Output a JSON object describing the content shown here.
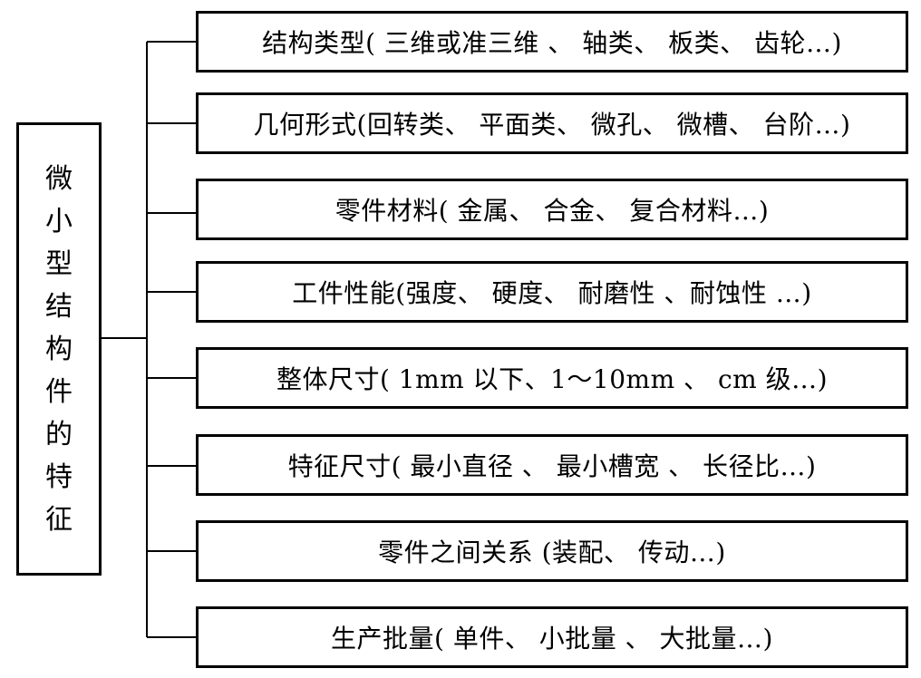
{
  "root": {
    "label": "微小型结构件的特征"
  },
  "items": [
    {
      "label": "结构类型( 三维或准三维 、 轴类、 板类、 齿轮…)"
    },
    {
      "label": "几何形式(回转类、 平面类、 微孔、 微槽、 台阶…)"
    },
    {
      "label": "零件材料( 金属、 合金、 复合材料…)"
    },
    {
      "label": "工件性能(强度、 硬度、 耐磨性 、耐蚀性 …)"
    },
    {
      "label": "整体尺寸( 1mm 以下、1～10mm 、 cm 级…)"
    },
    {
      "label": "特征尺寸( 最小直径 、 最小槽宽 、 长径比…)"
    },
    {
      "label": "零件之间关系 (装配、 传动…)"
    },
    {
      "label": "生产批量( 单件、 小批量 、 大批量…)"
    }
  ]
}
